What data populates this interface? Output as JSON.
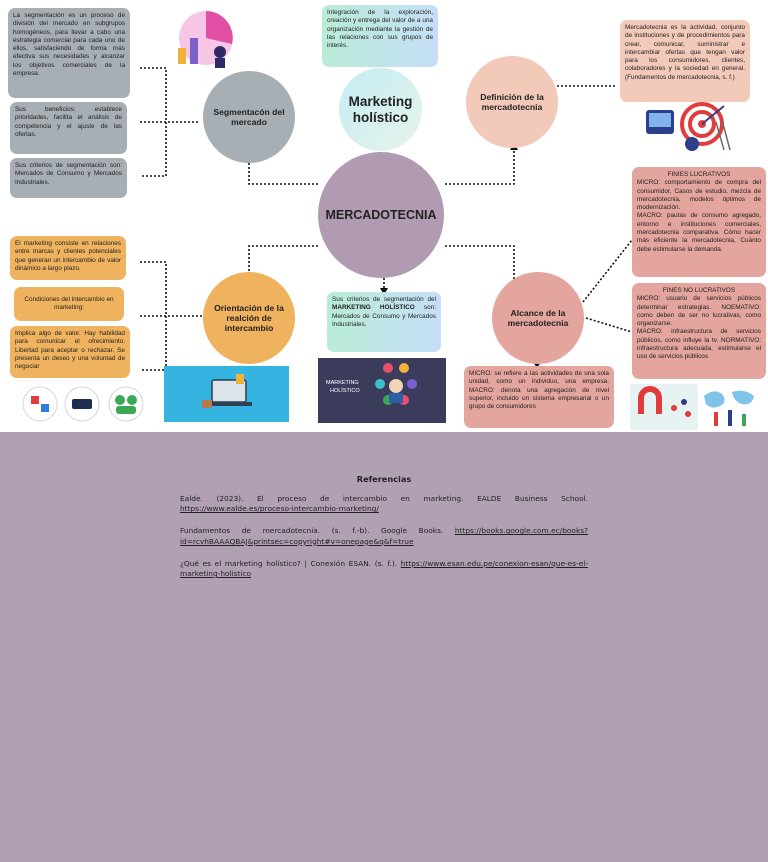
{
  "center": {
    "label": "MERCADOTECNIA",
    "color": "#b19bb2"
  },
  "nodes": {
    "segmentacion": {
      "label": "Segmentacón del mercado",
      "color": "#a7aeb4"
    },
    "holistico": {
      "label": "Marketing holístico",
      "color": "#c6e8ef"
    },
    "definicion": {
      "label": "Definición de la mercadotecnia",
      "color": "#f3c9b9"
    },
    "orientacion": {
      "label": "Orientación de la realción de intercambio",
      "color": "#efb25e"
    },
    "alcance": {
      "label": "Alcance de la mercadotecnia",
      "color": "#e3a59d"
    }
  },
  "segmentacion_boxes": [
    "La segmentación es un proceso de división del mercado en subgrupos homogéneos, para llevar a cabo una estrategia comercial para cada uno de ellos, satisfaciendo de forma más efectiva sus necesidades y alcanzar los objetivos comerciales de la empresa.",
    "Sus beneficios: establece prioridades, facilita el análisis de competencia y el ajuste de las ofertas.",
    "Sus criterios de segmentación son: Mercados de Consumo y Mercados Industriales."
  ],
  "holistico_box": "Integración de la exploración, creación y entrega del valor de a una organización mediante la gestión de las relaciones con sus grupos de interés.",
  "definicion_box": "Mercadotecnia es la actividad, conjunto de instituciones y de procedimientos para crear, comunicar, suministrar e intercambiar ofertas que tengan valor para los consumidores, clientes, colaboradores y la sociedad en general. (Fundamentos de mercadotecnia, s. f.)",
  "orientacion_boxes": [
    "El marketing consiste en relaciones entre marcas y clientes potenciales que generan un intercambio de valor dinámico a largo plazo.",
    "Condiciones del intercambio en marketing:",
    "Implica algo de valor. Hay habilidad para comunicar el ofrecimiento. Libertad para aceptar o rechazar. Se presenta un deseo y una voluntad de negociar"
  ],
  "center_box": {
    "prefix": "Sus criterios de segmentación del ",
    "bold": "MARKETING HOLÍSTICO",
    "suffix": " son: Mercados de Consumo y Mercados Industriales."
  },
  "fines_lucrativos": {
    "title": "FINIES LUCRATIVOS",
    "micro": "MICRO: comportamiento de compra del consumidor, Casos de estudio, mezcla de mercadotecnia, modelos óptimos de modernización.",
    "macro": "MACRO: pautas de consumo agregado, entorno e instituciones comerciales, mercadotecnia comparativa. Cómo hacer más eficiente la mercadotecnia, Cuánto debe estimularse la demanda."
  },
  "fines_no_lucrativos": {
    "title": "FINES NO LUCRATIVOS",
    "micro": "MICRO: usuario de servicios públicos determinar estrategias. NOEMATIVO: como deben de ser no lucrativas, como organizarse.",
    "macro": "MACRO: infraestructura de servicios públicos, como influye la tv. NORMATIVO: infraestructura adecuada, estimularse el uso de servicios públicos"
  },
  "alcance_box": "MICRO: se refiere a las actividades de una sola unidad, como un individuo, una empresa. MACRO: denota una agregación de nivel superior, incluido un sistema empresarial o un grupo de consumidores",
  "illustrations": {
    "holistico_card_line1": "MARKETING",
    "holistico_card_line2": "HOLÍSTICO"
  },
  "references": {
    "title": "Referencias",
    "items": [
      {
        "text": "Ealde. (2023). El proceso de intercambio en marketing. EALDE Business School. ",
        "link": "https://www.ealde.es/proceso-intercambio-marketing/"
      },
      {
        "text": "Fundamentos de mercadotecnia. (s. f.-b). Google Books. ",
        "link": "https://books.google.com.ec/books?id=rcvhBAAAQBAJ&printsec=copyright#v=onepage&q&f=true"
      },
      {
        "text": "¿Qué es el marketing holístico? | Conexión ESAN. (s. f.). ",
        "link": "https://www.esan.edu.pe/conexion-esan/que-es-el-marketing-holistico"
      }
    ]
  }
}
